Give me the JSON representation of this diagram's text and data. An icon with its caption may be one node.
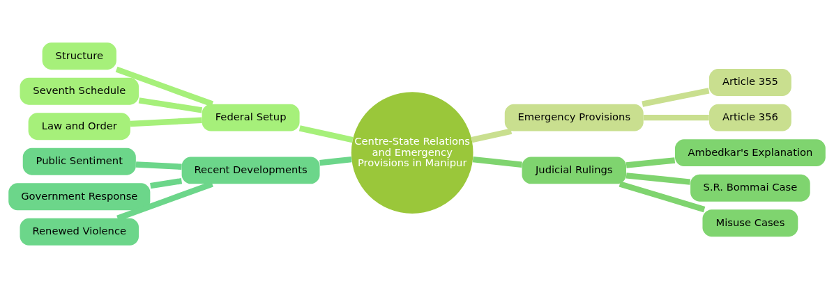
{
  "diagram": {
    "nodes": [
      {
        "text": [
          "Centre-State Relations and Emergency Provisions in Manipur"
        ]
      },
      {
        "text": [
          "Federal Setup"
        ]
      },
      {
        "text": [
          "Structure"
        ]
      },
      {
        "text": [
          "Seventh Schedule"
        ]
      },
      {
        "text": [
          "Law and Order"
        ]
      },
      {
        "text": [
          "Emergency Provisions"
        ]
      },
      {
        "text": [
          "Article 355"
        ]
      },
      {
        "text": [
          "Article 356"
        ]
      },
      {
        "text": [
          "Recent Developments"
        ]
      },
      {
        "text": [
          "Public Sentiment"
        ]
      },
      {
        "text": [
          "Government Response"
        ]
      },
      {
        "text": [
          "Renewed Violence"
        ]
      },
      {
        "text": [
          "Judicial Rulings"
        ]
      },
      {
        "text": [
          "Ambedkar's Explanation"
        ]
      },
      {
        "text": [
          "S.R. Bommai Case"
        ]
      },
      {
        "text": [
          "Misuse Cases"
        ]
      }
    ],
    "edges": [
      {
        "from": 0,
        "to": 1,
        "arrow": "none",
        "color": "#a6f07a"
      },
      {
        "from": 1,
        "to": 2,
        "arrow": "none",
        "color": "#a6f07a"
      },
      {
        "from": 1,
        "to": 3,
        "arrow": "none",
        "color": "#a6f07a"
      },
      {
        "from": 1,
        "to": 4,
        "arrow": "none",
        "color": "#a6f07a"
      },
      {
        "from": 0,
        "to": 5,
        "arrow": "none",
        "color": "#c9df8f"
      },
      {
        "from": 5,
        "to": 6,
        "arrow": "none",
        "color": "#c9df8f"
      },
      {
        "from": 5,
        "to": 7,
        "arrow": "none",
        "color": "#c9df8f"
      },
      {
        "from": 0,
        "to": 8,
        "arrow": "none",
        "color": "#6cd68a"
      },
      {
        "from": 8,
        "to": 9,
        "arrow": "none",
        "color": "#6cd68a"
      },
      {
        "from": 8,
        "to": 10,
        "arrow": "none",
        "color": "#6cd68a"
      },
      {
        "from": 8,
        "to": 11,
        "arrow": "none",
        "color": "#6cd68a"
      },
      {
        "from": 0,
        "to": 12,
        "arrow": "none",
        "color": "#7fd46f"
      },
      {
        "from": 12,
        "to": 13,
        "arrow": "none",
        "color": "#7fd46f"
      },
      {
        "from": 12,
        "to": 14,
        "arrow": "none",
        "color": "#7fd46f"
      },
      {
        "from": 12,
        "to": 15,
        "arrow": "none",
        "color": "#7fd46f"
      }
    ]
  }
}
